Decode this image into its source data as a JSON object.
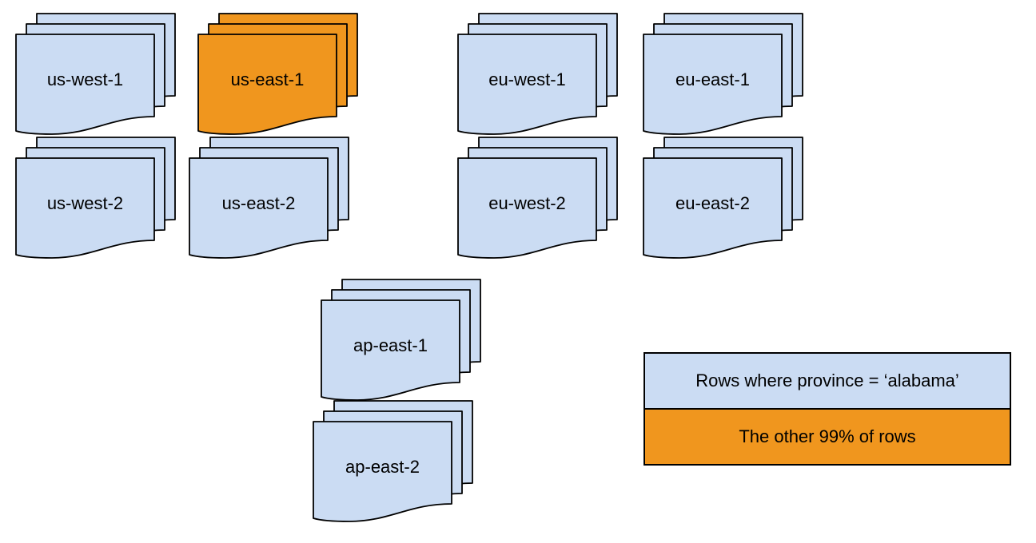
{
  "colors": {
    "doc-blue": "#CBDCF3",
    "doc-orange": "#F0961E",
    "stroke": "#000000",
    "background": "#FFFFFF"
  },
  "stacks": [
    {
      "label": "us-west-1",
      "variant": "blue"
    },
    {
      "label": "us-east-1",
      "variant": "orange"
    },
    {
      "label": "eu-west-1",
      "variant": "blue"
    },
    {
      "label": "eu-east-1",
      "variant": "blue"
    },
    {
      "label": "us-west-2",
      "variant": "blue"
    },
    {
      "label": "us-east-2",
      "variant": "blue"
    },
    {
      "label": "eu-west-2",
      "variant": "blue"
    },
    {
      "label": "eu-east-2",
      "variant": "blue"
    },
    {
      "label": "ap-east-1",
      "variant": "blue"
    },
    {
      "label": "ap-east-2",
      "variant": "blue"
    }
  ],
  "legend": {
    "items": [
      {
        "label": "Rows where province = ‘alabama’",
        "swatch": "#CBDCF3"
      },
      {
        "label": "The other 99% of rows",
        "swatch": "#F0961E"
      }
    ]
  }
}
